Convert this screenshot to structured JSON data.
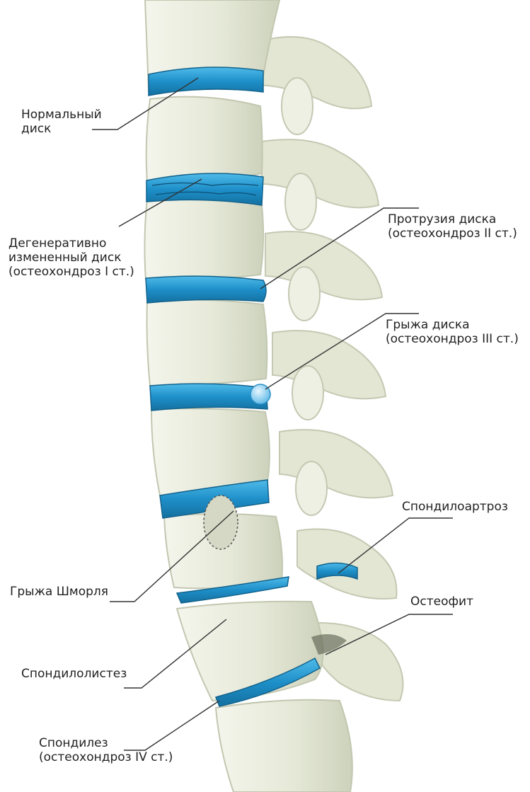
{
  "labels": {
    "normal_disc": "Нормальный\nдиск",
    "degenerative_disc": "Дегенеративно\nизмененный диск\n(остеохондроз I ст.)",
    "protrusion": "Протрузия диска\n(остеохондроз II ст.)",
    "hernia": "Грыжа диска\n(остеохондроз III ст.)",
    "spondyloarthrosis": "Спондилоартроз",
    "schmorl": "Грыжа Шморля",
    "osteophyte": "Остеофит",
    "spondylolisthesis": "Спондилолистез",
    "spondylosis": "Спондилез\n(остеохондроз IV ст.)"
  },
  "colors": {
    "bone": "#e8ebdc",
    "bone_shadow": "#c9ceb8",
    "disc": "#1e8fc9",
    "disc_light": "#45b4e6",
    "leader": "#333333",
    "text": "#222222"
  }
}
